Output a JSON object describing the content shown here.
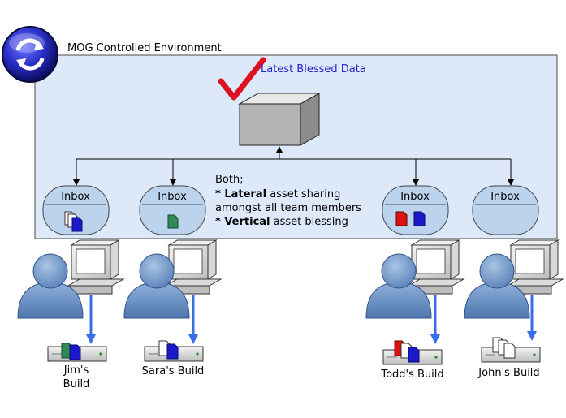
{
  "environment": {
    "title": "MOG Controlled Environment"
  },
  "blessed": {
    "label": "Latest Blessed Data"
  },
  "inboxes": [
    {
      "label": "Inbox",
      "files": [
        "#333333",
        "#1a1acc"
      ]
    },
    {
      "label": "Inbox",
      "files": [
        "#2e8b57"
      ]
    },
    {
      "label": "Inbox",
      "files": [
        "#dd1111",
        "#1a1acc"
      ]
    },
    {
      "label": "Inbox",
      "files": []
    }
  ],
  "notes": {
    "line1": "Both;",
    "line2_bold": "* Lateral",
    "line2_rest": " asset sharing",
    "line3": "amongst all team members",
    "line4_bold": "* Vertical",
    "line4_rest": " asset blessing"
  },
  "users": [
    {
      "build_line1": "Jim's",
      "build_line2": "Build",
      "files": [
        "#2e8b57",
        "#1a1acc"
      ]
    },
    {
      "build_line1": "Sara's Build",
      "build_line2": "",
      "files": [
        "#ffffff",
        "#1a1acc"
      ]
    },
    {
      "build_line1": "Todd's Build",
      "build_line2": "",
      "files": [
        "#dd1111",
        "#1a1acc"
      ]
    },
    {
      "build_line1": "John's Build",
      "build_line2": "",
      "files": [
        "#ffffff",
        "#ffffff"
      ]
    }
  ],
  "colors": {
    "env_fill": "#dde8f8",
    "inbox_fill": "#bcd3ee",
    "arrow_blue": "#3a6ee8",
    "check_red": "#dd1122",
    "label_blue": "#2222cc"
  }
}
